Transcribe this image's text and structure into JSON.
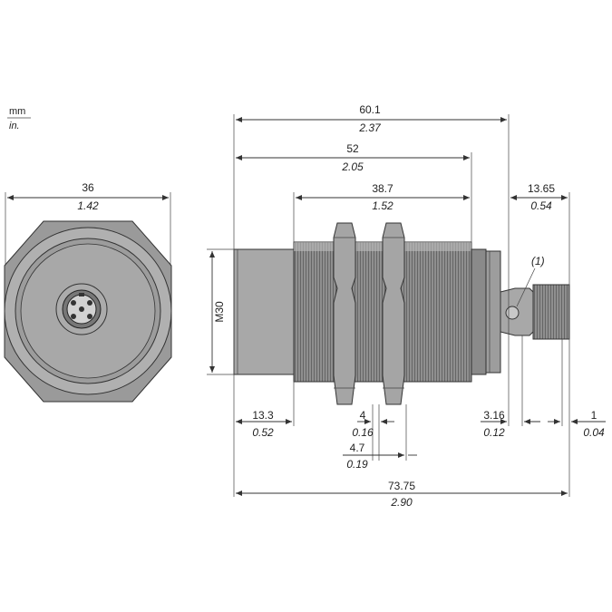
{
  "units": {
    "primary": "mm",
    "secondary": "in."
  },
  "dimensions": {
    "hex_width": {
      "mm": "36",
      "in": "1.42"
    },
    "length_to_connector": {
      "mm": "60.1",
      "in": "2.37"
    },
    "body_length": {
      "mm": "52",
      "in": "2.05"
    },
    "thread_length": {
      "mm": "38.7",
      "in": "1.52"
    },
    "connector_length": {
      "mm": "13.65",
      "in": "0.54"
    },
    "front_cap": {
      "mm": "13.3",
      "in": "0.52"
    },
    "nut_thickness": {
      "mm": "4",
      "in": "0.16"
    },
    "nut_gap": {
      "mm": "4.7",
      "in": "0.19"
    },
    "led_offset": {
      "mm": "3.16",
      "in": "0.12"
    },
    "connector_tip": {
      "mm": "1",
      "in": "0.04"
    },
    "overall_length": {
      "mm": "73.75",
      "in": "2.90"
    }
  },
  "thread_label": "M30",
  "callout": "(1)",
  "colors": {
    "body": "#9a9a9a",
    "line": "#333333"
  }
}
